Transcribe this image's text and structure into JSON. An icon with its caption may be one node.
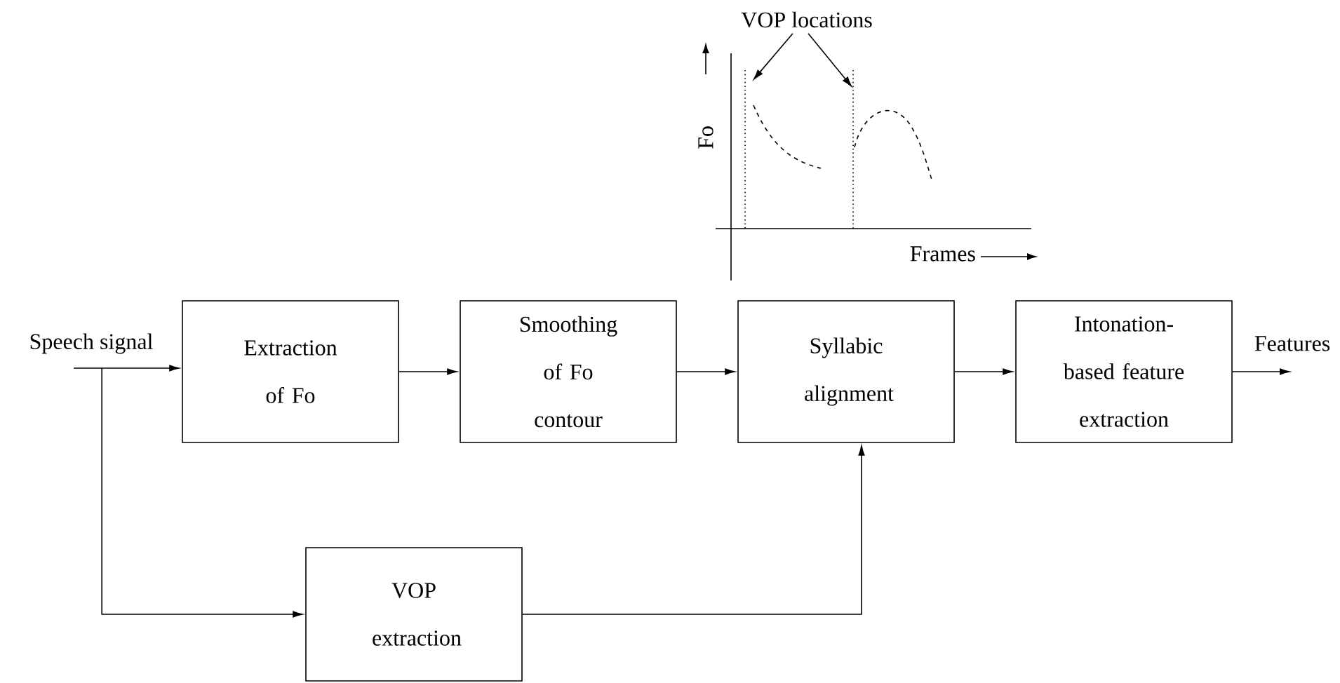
{
  "diagram": {
    "nodes": [
      {
        "text": [
          "Speech signal"
        ]
      },
      {
        "text": [
          "Extraction of Fo"
        ]
      },
      {
        "text": [
          "Smoothing of Fo contour"
        ]
      },
      {
        "text": [
          "Syllabic alignment"
        ]
      },
      {
        "text": [
          "Intonation-based feature extraction"
        ]
      },
      {
        "text": [
          "VOP extraction"
        ]
      },
      {
        "text": [
          "Features"
        ]
      },
      {
        "text": [
          "VOP locations"
        ]
      }
    ],
    "edges": [
      {
        "from": 0,
        "to": 1,
        "arrow": "to"
      },
      {
        "from": 0,
        "to": 5,
        "arrow": "to"
      },
      {
        "from": 1,
        "to": 2,
        "arrow": "to"
      },
      {
        "from": 2,
        "to": 3,
        "arrow": "to"
      },
      {
        "from": 3,
        "to": 4,
        "arrow": "to"
      },
      {
        "from": 5,
        "to": 3,
        "arrow": "to"
      },
      {
        "from": 4,
        "to": 6,
        "arrow": "to"
      },
      {
        "from": 7,
        "to": null,
        "arrow": "to"
      },
      {
        "from": 7,
        "to": null,
        "arrow": "to"
      }
    ],
    "labels": [
      "Fo",
      "Frames"
    ]
  }
}
